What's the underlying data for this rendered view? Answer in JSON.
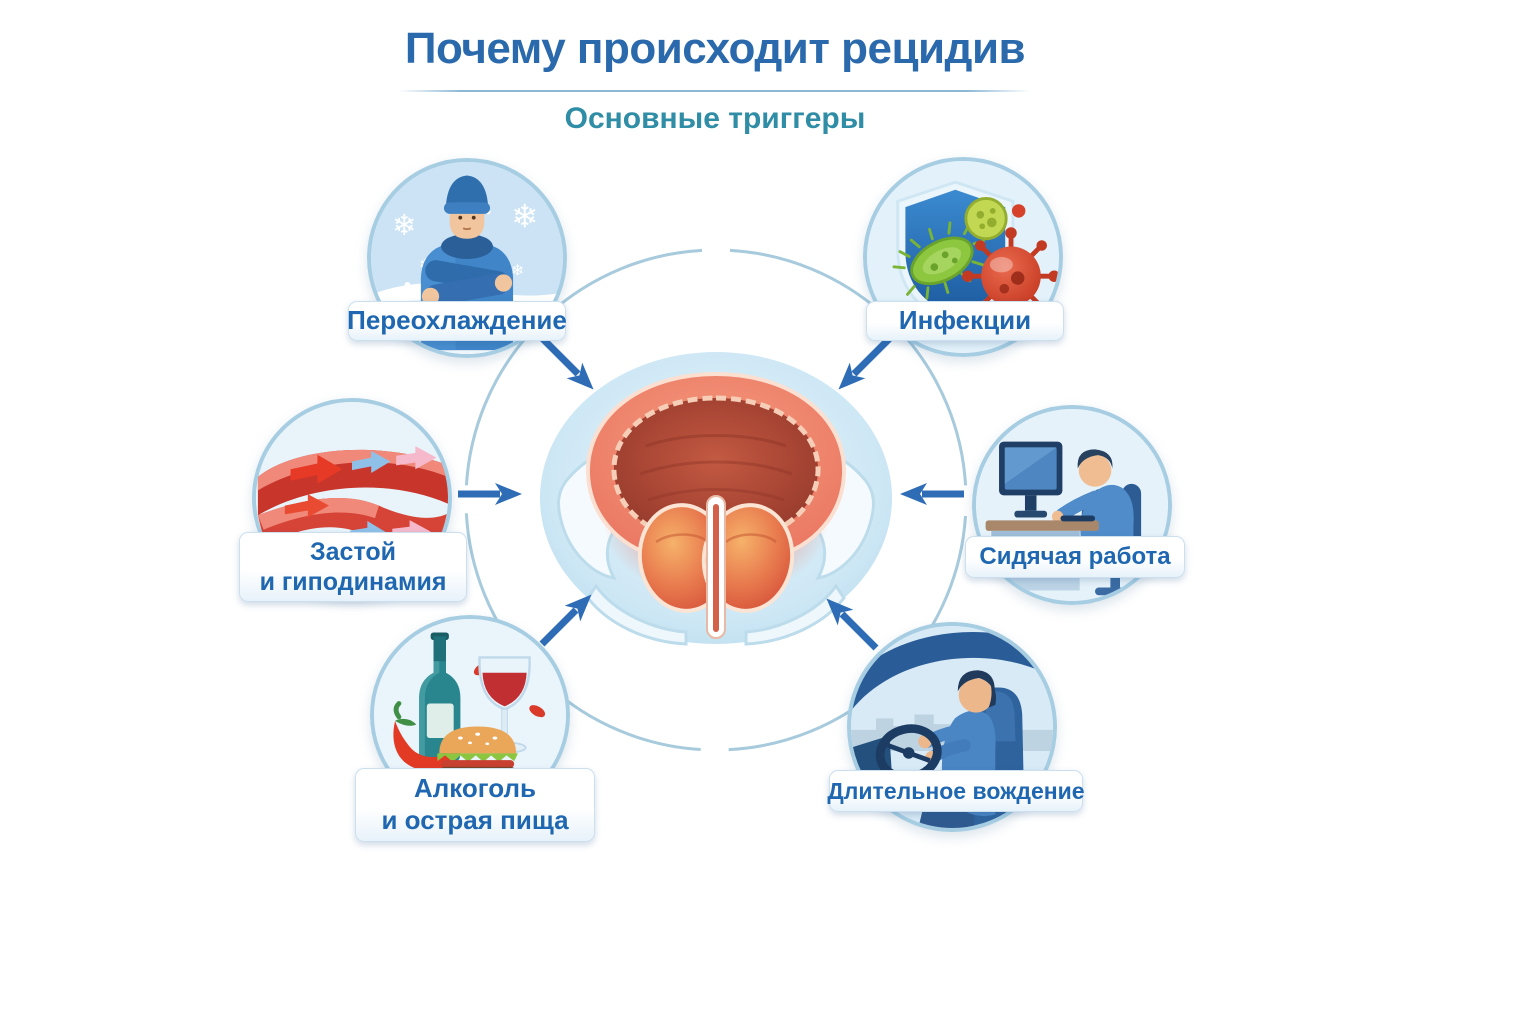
{
  "header": {
    "title": "Почему происходит рецидив",
    "subtitle": "Основные триггеры"
  },
  "center": {
    "icon": "inflamed-prostate-bladder-icon"
  },
  "triggers": [
    {
      "id": "hypothermia",
      "icon": "freezing-man-icon",
      "lines": [
        "Переохлаждение"
      ]
    },
    {
      "id": "infections",
      "icon": "shield-with-microbes-icon",
      "lines": [
        "Инфекции"
      ]
    },
    {
      "id": "stagnation-hypodynamia",
      "icon": "blood-vessels-icon",
      "lines": [
        "Застой",
        "и гиподинамия"
      ]
    },
    {
      "id": "sedentary-work",
      "icon": "man-at-computer-icon",
      "lines": [
        "Сидячая работа"
      ]
    },
    {
      "id": "alcohol-spicy-food",
      "icon": "alcohol-and-spicy-food-icon",
      "lines": [
        "Алкоголь",
        "и острая пища"
      ]
    },
    {
      "id": "long-driving",
      "icon": "man-driving-icon",
      "lines": [
        "Длительное вождение"
      ]
    }
  ],
  "colors": {
    "title": "#2a6aac",
    "subtitle": "#2f8da6",
    "label_text": "#1f67b0",
    "arrow": "#2e6db6",
    "ring": "#a7cadd",
    "circle_border": "#a6cde2"
  }
}
